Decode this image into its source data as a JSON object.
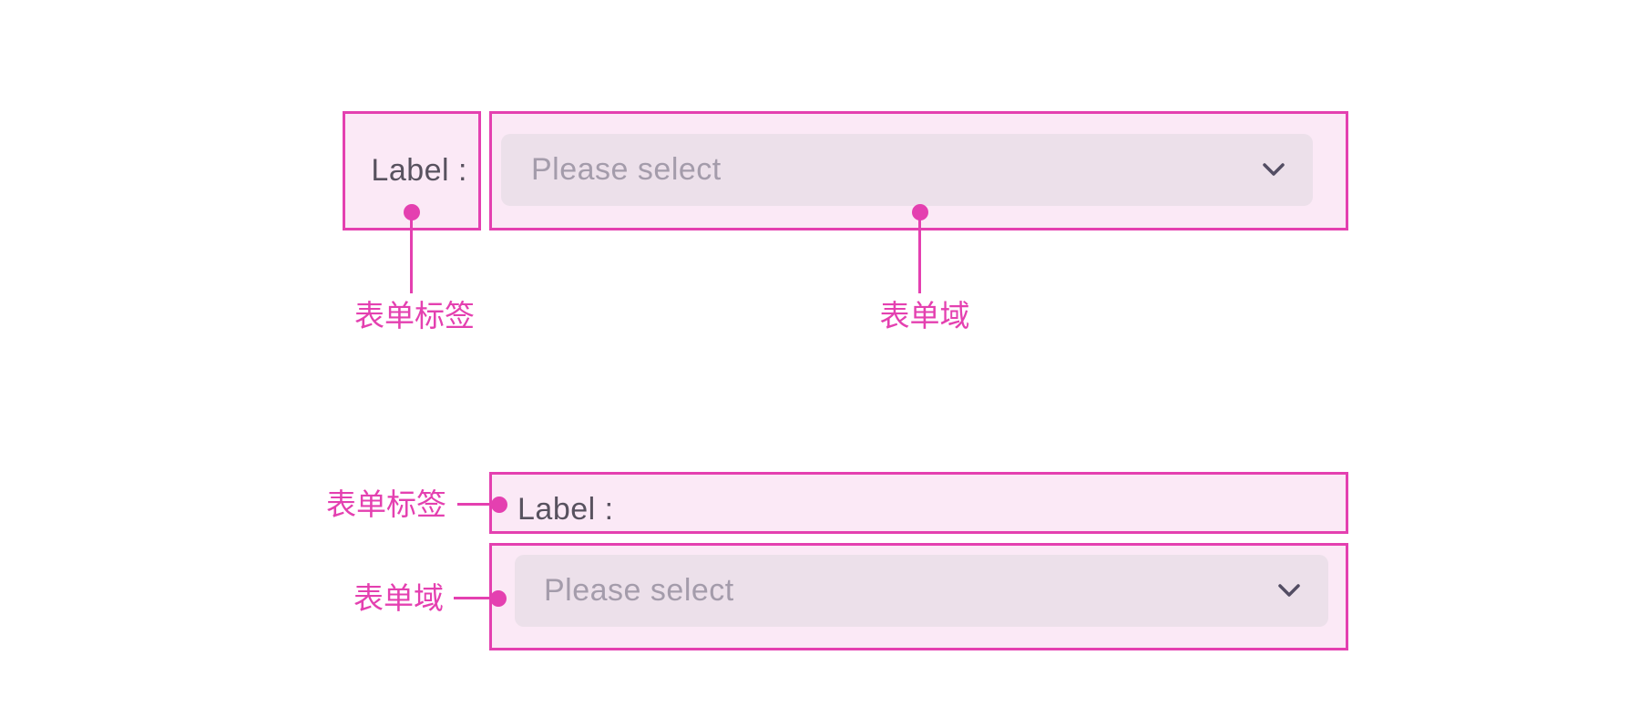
{
  "colors": {
    "pageBg": "#ffffff",
    "accent": "#e440b0",
    "boxFill": "#fbe9f6",
    "controlFill": "#ece0ea",
    "placeholderColor": "#a49cab",
    "labelColor": "#58525f",
    "chevronColor": "#534d63"
  },
  "horizontal_form": {
    "label": "Label :",
    "select": {
      "placeholder": "Please select",
      "chevron_icon": "chevron-down"
    },
    "label_annotation": "表单标签",
    "field_annotation": "表单域"
  },
  "vertical_form": {
    "label": "Label :",
    "select": {
      "placeholder": "Please select",
      "chevron_icon": "chevron-down"
    },
    "label_annotation": "表单标签",
    "field_annotation": "表单域"
  }
}
